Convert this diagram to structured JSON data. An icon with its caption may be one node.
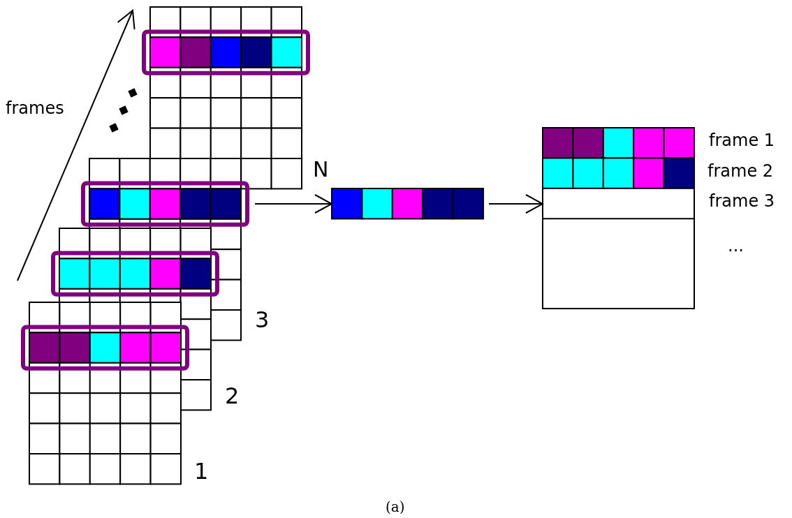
{
  "diagram": {
    "caption": "(a)",
    "nodes": [
      {
        "text": [],
        "shape": "box"
      },
      {
        "text": [],
        "shape": "box"
      },
      {
        "text": [],
        "shape": "box"
      },
      {
        "text": [],
        "shape": "box"
      },
      {
        "text": [],
        "shape": "bar",
        "beside": [
          "N"
        ]
      },
      {
        "text": [],
        "shape": "box",
        "beside": [
          "frame 1",
          "frame 2",
          "frame 3"
        ]
      }
    ],
    "edges": [
      {
        "from": 1,
        "to": 4,
        "arrow": "to"
      },
      {
        "from": 4,
        "to": 5,
        "arrow": "to"
      }
    ],
    "labels": [
      "frames",
      "...",
      "3",
      "2",
      "1"
    ]
  }
}
